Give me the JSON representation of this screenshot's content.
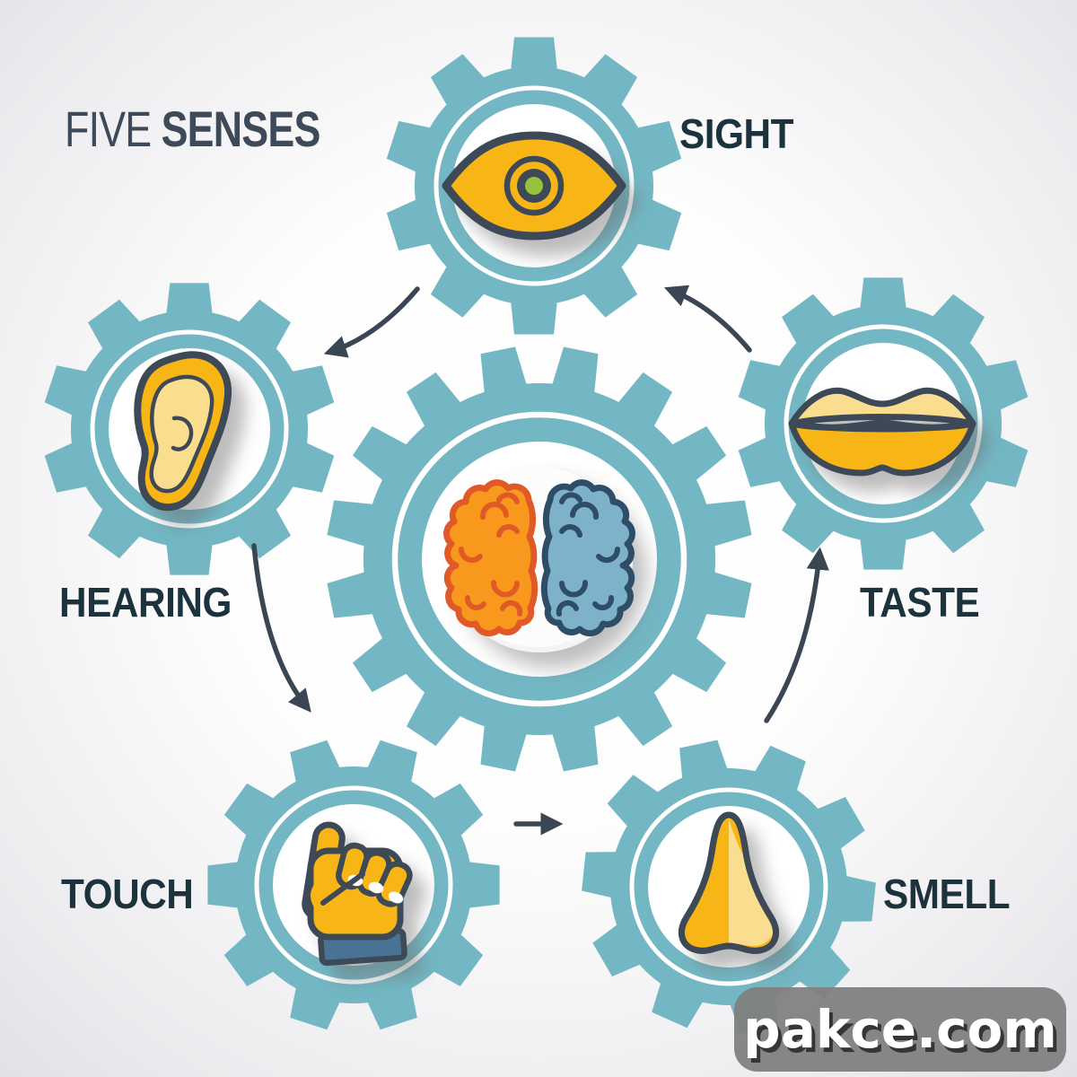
{
  "title": {
    "word_light": "FIVE",
    "word_bold": "SENSES"
  },
  "watermark": {
    "text": "pakce.com"
  },
  "center": {
    "name": "brain",
    "icon": "brain-icon"
  },
  "senses": [
    {
      "label": "SIGHT",
      "icon": "eye-icon",
      "position": "top"
    },
    {
      "label": "HEARING",
      "icon": "ear-icon",
      "position": "left"
    },
    {
      "label": "TASTE",
      "icon": "lips-icon",
      "position": "right"
    },
    {
      "label": "TOUCH",
      "icon": "hand-icon",
      "position": "bottom-left"
    },
    {
      "label": "SMELL",
      "icon": "nose-icon",
      "position": "bottom-right"
    }
  ],
  "flow_arrows": [
    {
      "from": "sight",
      "to": "hearing"
    },
    {
      "from": "hearing",
      "to": "touch"
    },
    {
      "from": "touch",
      "to": "smell"
    },
    {
      "from": "smell",
      "to": "taste"
    },
    {
      "from": "taste",
      "to": "sight"
    }
  ],
  "colors": {
    "gear_teal": "#73b7c4",
    "outline_dark": "#3d4a56",
    "icon_yellow": "#f8b616",
    "icon_yellow_light": "#fbdd90",
    "eye_pupil_green": "#97c23c",
    "brain_left_fill": "#f8991d",
    "brain_left_stroke": "#e05a28",
    "brain_right_fill": "#7eb2cb",
    "brain_right_stroke": "#2e4d66",
    "brain_backing": "#f4f4f5",
    "hand_sleeve_blue": "#4a7294",
    "label_text": "#1c333d",
    "title_text": "#3e4a5a",
    "arrow": "#3b4654",
    "watermark_bg": "#808080",
    "watermark_text": "#ffffff"
  }
}
